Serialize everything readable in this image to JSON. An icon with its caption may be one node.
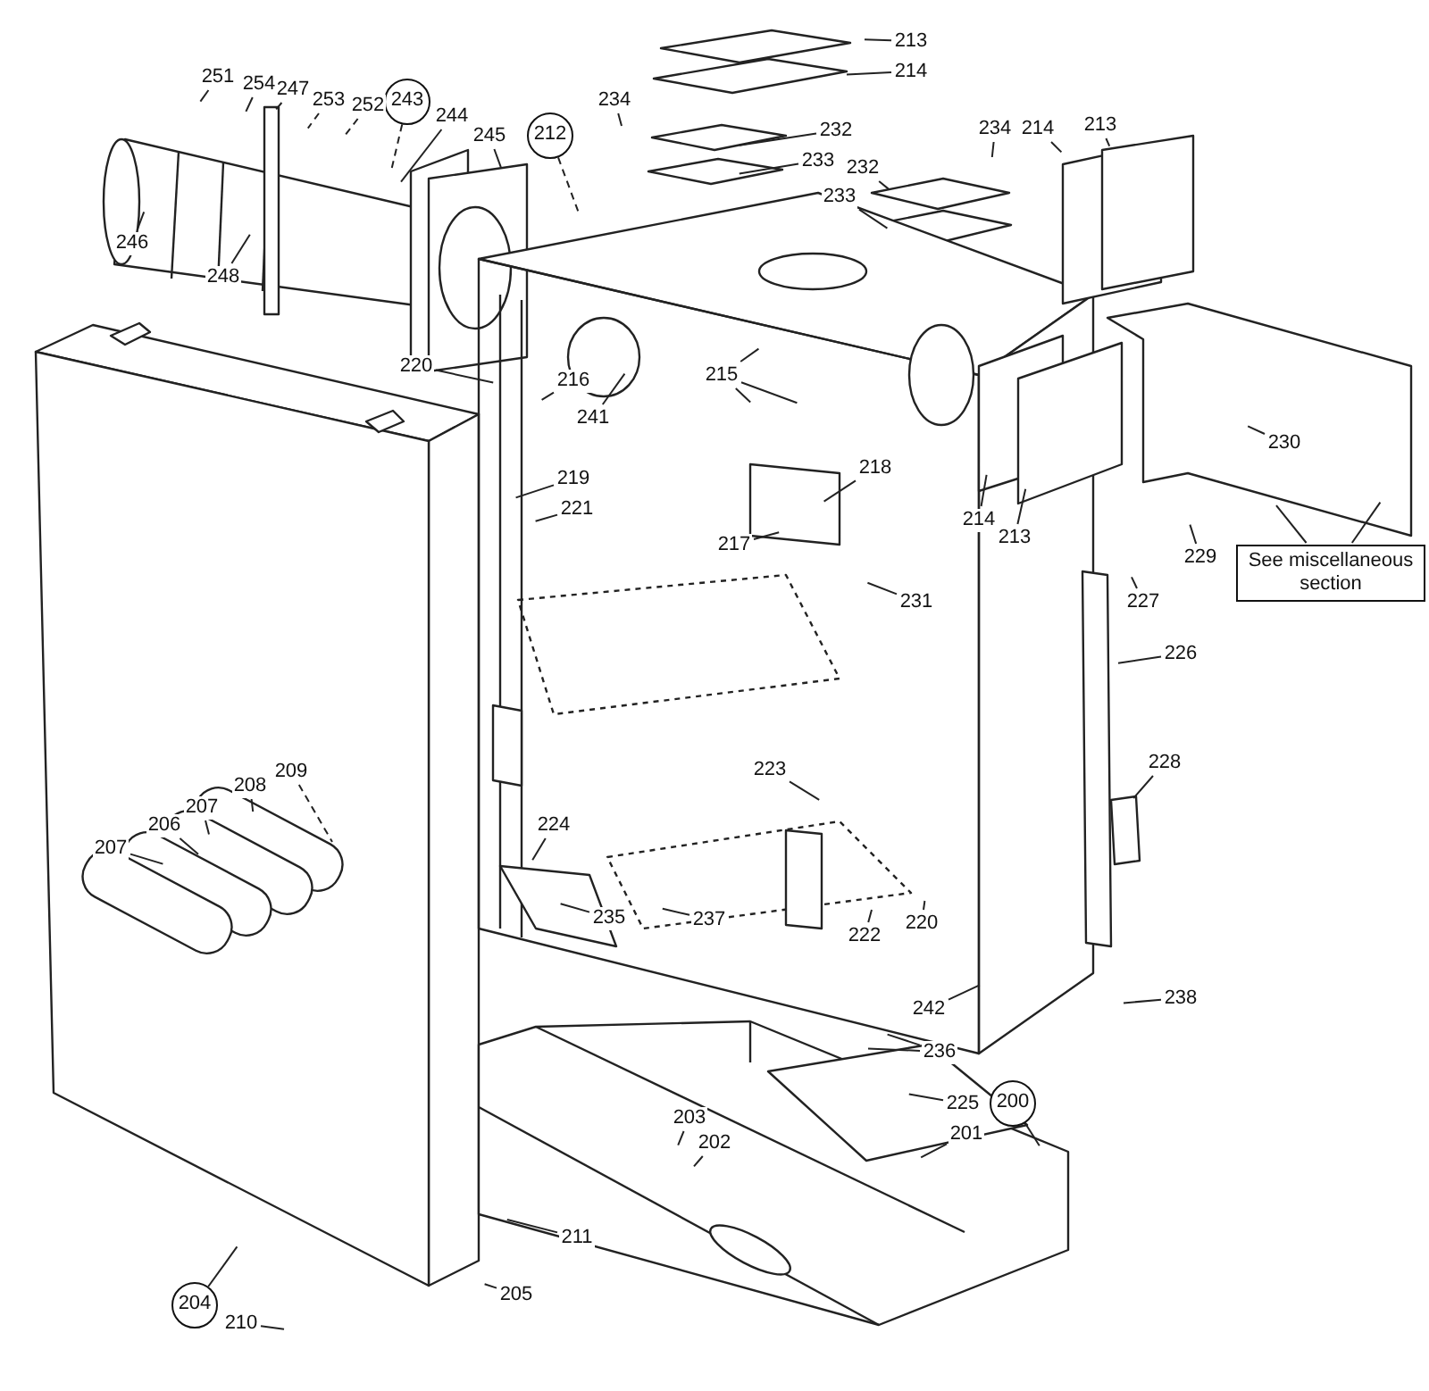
{
  "diagram": {
    "nodes": [
      {
        "text": [
          "213"
        ]
      },
      {
        "text": [
          "214"
        ]
      },
      {
        "text": [
          "251"
        ]
      },
      {
        "text": [
          "254"
        ]
      },
      {
        "text": [
          "247"
        ]
      },
      {
        "text": [
          "243"
        ]
      },
      {
        "text": [
          "253"
        ]
      },
      {
        "text": [
          "252"
        ]
      },
      {
        "text": [
          "234"
        ]
      },
      {
        "text": [
          "244"
        ]
      },
      {
        "text": [
          "213"
        ]
      },
      {
        "text": [
          "234"
        ]
      },
      {
        "text": [
          "214"
        ]
      },
      {
        "text": [
          "232"
        ]
      },
      {
        "text": [
          "212"
        ]
      },
      {
        "text": [
          "245"
        ]
      },
      {
        "text": [
          "233"
        ]
      },
      {
        "text": [
          "232"
        ]
      },
      {
        "text": [
          "233"
        ]
      },
      {
        "text": [
          "246"
        ]
      },
      {
        "text": [
          "248"
        ]
      },
      {
        "text": [
          "220"
        ]
      },
      {
        "text": [
          "215"
        ]
      },
      {
        "text": [
          "216"
        ]
      },
      {
        "text": [
          "241"
        ]
      },
      {
        "text": [
          "230"
        ]
      },
      {
        "text": [
          "218"
        ]
      },
      {
        "text": [
          "219"
        ]
      },
      {
        "text": [
          "221"
        ]
      },
      {
        "text": [
          "214"
        ]
      },
      {
        "text": [
          "213"
        ]
      },
      {
        "text": [
          "217"
        ]
      },
      {
        "text": [
          "229"
        ]
      },
      {
        "text": [
          "See miscellaneous section"
        ]
      },
      {
        "text": [
          "227"
        ]
      },
      {
        "text": [
          "231"
        ]
      },
      {
        "text": [
          "226"
        ]
      },
      {
        "text": [
          "223"
        ]
      },
      {
        "text": [
          "228"
        ]
      },
      {
        "text": [
          "209"
        ]
      },
      {
        "text": [
          "208"
        ]
      },
      {
        "text": [
          "207"
        ]
      },
      {
        "text": [
          "206"
        ]
      },
      {
        "text": [
          "224"
        ]
      },
      {
        "text": [
          "207"
        ]
      },
      {
        "text": [
          "235"
        ]
      },
      {
        "text": [
          "237"
        ]
      },
      {
        "text": [
          "220"
        ]
      },
      {
        "text": [
          "222"
        ]
      },
      {
        "text": [
          "238"
        ]
      },
      {
        "text": [
          "242"
        ]
      },
      {
        "text": [
          "236"
        ]
      },
      {
        "text": [
          "225"
        ]
      },
      {
        "text": [
          "200"
        ]
      },
      {
        "text": [
          "203"
        ]
      },
      {
        "text": [
          "201"
        ]
      },
      {
        "text": [
          "202"
        ]
      },
      {
        "text": [
          "211"
        ]
      },
      {
        "text": [
          "205"
        ]
      },
      {
        "text": [
          "204"
        ]
      },
      {
        "text": [
          "210"
        ]
      }
    ],
    "edges": [
      {
        "from": 0,
        "to": null,
        "arrow": "none"
      },
      {
        "from": 1,
        "to": null,
        "arrow": "none"
      },
      {
        "from": 2,
        "to": null,
        "arrow": "none"
      },
      {
        "from": 3,
        "to": null,
        "arrow": "none"
      },
      {
        "from": 4,
        "to": null,
        "arrow": "none"
      },
      {
        "from": 5,
        "to": null,
        "arrow": "none",
        "style": "dashed"
      },
      {
        "from": 6,
        "to": null,
        "arrow": "none",
        "style": "dashed"
      },
      {
        "from": 7,
        "to": null,
        "arrow": "none",
        "style": "dashed"
      },
      {
        "from": 8,
        "to": null,
        "arrow": "none"
      },
      {
        "from": 9,
        "to": null,
        "arrow": "none"
      },
      {
        "from": 10,
        "to": null,
        "arrow": "none"
      },
      {
        "from": 11,
        "to": null,
        "arrow": "none"
      },
      {
        "from": 12,
        "to": null,
        "arrow": "none"
      },
      {
        "from": 13,
        "to": null,
        "arrow": "none"
      },
      {
        "from": 14,
        "to": null,
        "arrow": "none",
        "style": "dashed"
      },
      {
        "from": 15,
        "to": null,
        "arrow": "none"
      },
      {
        "from": 16,
        "to": null,
        "arrow": "none"
      },
      {
        "from": 17,
        "to": null,
        "arrow": "none"
      },
      {
        "from": 18,
        "to": null,
        "arrow": "none"
      },
      {
        "from": 19,
        "to": null,
        "arrow": "none"
      },
      {
        "from": 20,
        "to": null,
        "arrow": "none"
      },
      {
        "from": 21,
        "to": null,
        "arrow": "none"
      },
      {
        "from": 22,
        "to": null,
        "arrow": "none"
      },
      {
        "from": 22,
        "to": null,
        "arrow": "none"
      },
      {
        "from": 22,
        "to": null,
        "arrow": "none"
      },
      {
        "from": 23,
        "to": null,
        "arrow": "none"
      },
      {
        "from": 24,
        "to": null,
        "arrow": "none"
      },
      {
        "from": 25,
        "to": null,
        "arrow": "none"
      },
      {
        "from": 26,
        "to": null,
        "arrow": "none"
      },
      {
        "from": 27,
        "to": null,
        "arrow": "none"
      },
      {
        "from": 28,
        "to": null,
        "arrow": "none"
      },
      {
        "from": 29,
        "to": null,
        "arrow": "none"
      },
      {
        "from": 30,
        "to": null,
        "arrow": "none"
      },
      {
        "from": 31,
        "to": null,
        "arrow": "none"
      },
      {
        "from": 32,
        "to": null,
        "arrow": "none"
      },
      {
        "from": 33,
        "to": null,
        "arrow": "none"
      },
      {
        "from": 33,
        "to": null,
        "arrow": "none"
      },
      {
        "from": 34,
        "to": null,
        "arrow": "none"
      },
      {
        "from": 35,
        "to": null,
        "arrow": "none"
      },
      {
        "from": 36,
        "to": null,
        "arrow": "none"
      },
      {
        "from": 37,
        "to": null,
        "arrow": "none"
      },
      {
        "from": 38,
        "to": null,
        "arrow": "none"
      },
      {
        "from": 39,
        "to": null,
        "arrow": "none",
        "style": "dashed"
      },
      {
        "from": 40,
        "to": null,
        "arrow": "none"
      },
      {
        "from": 41,
        "to": null,
        "arrow": "none"
      },
      {
        "from": 42,
        "to": null,
        "arrow": "none"
      },
      {
        "from": 43,
        "to": null,
        "arrow": "none"
      },
      {
        "from": 44,
        "to": null,
        "arrow": "none"
      },
      {
        "from": 45,
        "to": null,
        "arrow": "none"
      },
      {
        "from": 46,
        "to": null,
        "arrow": "none"
      },
      {
        "from": 47,
        "to": null,
        "arrow": "none"
      },
      {
        "from": 48,
        "to": null,
        "arrow": "none"
      },
      {
        "from": 49,
        "to": null,
        "arrow": "none"
      },
      {
        "from": 50,
        "to": null,
        "arrow": "none"
      },
      {
        "from": 51,
        "to": null,
        "arrow": "none"
      },
      {
        "from": 51,
        "to": null,
        "arrow": "none"
      },
      {
        "from": 52,
        "to": null,
        "arrow": "none"
      },
      {
        "from": 53,
        "to": null,
        "arrow": "none"
      },
      {
        "from": 54,
        "to": null,
        "arrow": "none"
      },
      {
        "from": 55,
        "to": null,
        "arrow": "none"
      },
      {
        "from": 56,
        "to": null,
        "arrow": "none"
      },
      {
        "from": 57,
        "to": null,
        "arrow": "none"
      },
      {
        "from": 58,
        "to": null,
        "arrow": "none"
      },
      {
        "from": 59,
        "to": null,
        "arrow": "none"
      },
      {
        "from": 60,
        "to": null,
        "arrow": "none"
      }
    ]
  }
}
